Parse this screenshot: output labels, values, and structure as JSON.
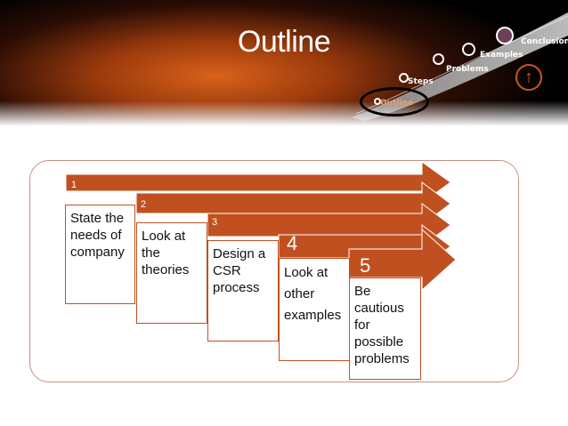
{
  "header": {
    "title": "Outline",
    "nav": [
      {
        "label": "Outline",
        "current": true
      },
      {
        "label": "Steps",
        "current": false
      },
      {
        "label": "Problems",
        "current": false
      },
      {
        "label": "Examples",
        "current": false
      },
      {
        "label": "Conclusion",
        "current": false
      }
    ],
    "up_icon": "up-arrow-icon"
  },
  "steps": [
    {
      "number": "1",
      "text": "State the\nneeds of\ncompany"
    },
    {
      "number": "2",
      "text": "Look at\nthe\ntheories"
    },
    {
      "number": "3",
      "text": "Design a\nCSR\nprocess"
    },
    {
      "number": "4",
      "text": "Look at\nother\nexamples"
    },
    {
      "number": "5",
      "text": "Be\ncautious\nfor\npossible\nproblems"
    }
  ],
  "colors": {
    "accent": "#c0501f",
    "accent_light": "#d9621a",
    "header_dark": "#000000"
  }
}
